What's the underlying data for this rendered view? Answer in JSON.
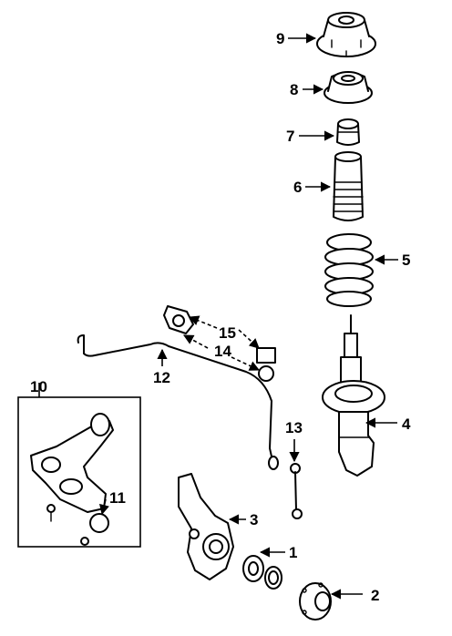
{
  "diagram": {
    "callouts": [
      {
        "id": "1",
        "text": "1"
      },
      {
        "id": "2",
        "text": "2"
      },
      {
        "id": "3",
        "text": "3"
      },
      {
        "id": "4",
        "text": "4"
      },
      {
        "id": "5",
        "text": "5"
      },
      {
        "id": "6",
        "text": "6"
      },
      {
        "id": "7",
        "text": "7"
      },
      {
        "id": "8",
        "text": "8"
      },
      {
        "id": "9",
        "text": "9"
      },
      {
        "id": "10",
        "text": "10"
      },
      {
        "id": "11",
        "text": "11"
      },
      {
        "id": "12",
        "text": "12"
      },
      {
        "id": "13",
        "text": "13"
      },
      {
        "id": "14",
        "text": "14"
      },
      {
        "id": "15",
        "text": "15"
      }
    ],
    "colors": {
      "ink": "#000000",
      "paper": "#ffffff"
    }
  }
}
